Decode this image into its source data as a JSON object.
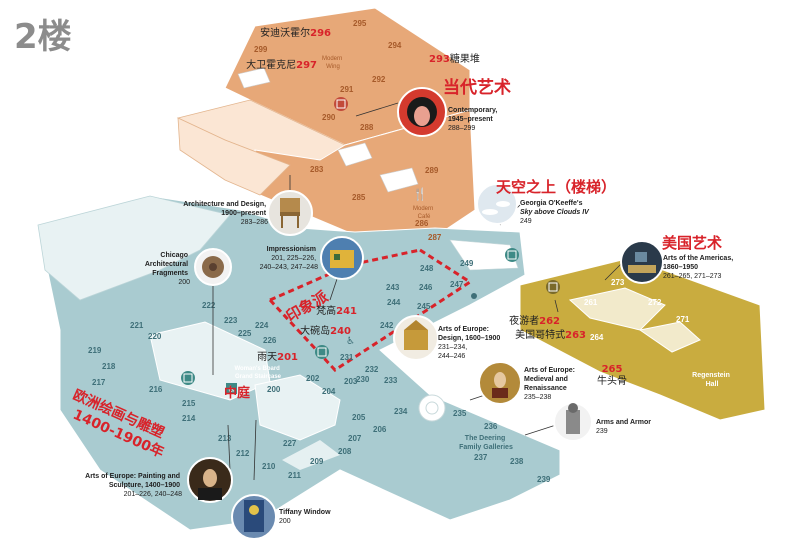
{
  "floor_title": "2楼",
  "colors": {
    "teal": "#a9cbd0",
    "orange": "#e6a877",
    "gold": "#c9ac3f",
    "red": "#d8232a"
  },
  "chinese_labels": {
    "contemporary": "当代艺术",
    "above_clouds": "天空之上（楼梯）",
    "americas": "美国艺术",
    "impressionism": "印象派",
    "courtyard": "中庭",
    "europe_painting_l1": "欧洲绘画与雕塑",
    "europe_painting_l2": "1400-1900年"
  },
  "artwork_labels": [
    {
      "name": "安迪沃霍尔",
      "room": "296"
    },
    {
      "name": "大卫霍克尼",
      "room": "297"
    },
    {
      "name": "糖果堆",
      "room": "293",
      "room_first": true
    },
    {
      "name": "梵高",
      "room": "241"
    },
    {
      "name": "大碗岛",
      "room": "240"
    },
    {
      "name": "雨天",
      "room": "201"
    },
    {
      "name": "夜游者",
      "room": "262"
    },
    {
      "name": "美国哥特式",
      "room": "263"
    },
    {
      "name": "牛头骨",
      "room": "265",
      "room_top": true
    }
  ],
  "captions": {
    "contemporary": {
      "title": "Contemporary,",
      "line2": "1945–present",
      "rooms": "288–299"
    },
    "architecture": {
      "title": "Architecture and Design,",
      "line2": "1900–present",
      "rooms": "283–286"
    },
    "okeeffe": {
      "title": "Georgia O'Keeffe's",
      "line2": "Sky above Clouds IV",
      "rooms": "249"
    },
    "chicago": {
      "title": "Chicago",
      "line2": "Architectural",
      "line3": "Fragments",
      "rooms": "200"
    },
    "impressionism": {
      "title": "Impressionism",
      "line2": "201, 225–226,",
      "line3": "240–243, 247–248"
    },
    "americas": {
      "title": "Arts of the Americas,",
      "line2": "1860–1950",
      "rooms": "261–265, 271–273"
    },
    "europe_design": {
      "title": "Arts of Europe:",
      "line2": "Design, 1600–1900",
      "rooms": "231–234,",
      "rooms2": "244–246"
    },
    "europe_medieval": {
      "title": "Arts of Europe:",
      "line2": "Medieval and",
      "line3": "Renaissance",
      "rooms": "235–238"
    },
    "arms": {
      "title": "Arms and Armor",
      "rooms": "239"
    },
    "europe_painting": {
      "title": "Arts of Europe: Painting and",
      "line2": "Sculpture, 1400–1900",
      "rooms": "201–226, 240–248"
    },
    "tiffany": {
      "title": "Tiffany Window",
      "rooms": "200"
    }
  },
  "place_labels": {
    "modern_wing": [
      "Modern",
      "Wing"
    ],
    "modern_cafe": [
      "Modern",
      "Café"
    ],
    "womans_board": [
      "Woman's Board",
      "Grand Staircase"
    ],
    "deering": [
      "The Deering",
      "Family Galleries"
    ],
    "bagenstein": [
      "Regenstein",
      "Hall"
    ]
  },
  "rooms_orange": [
    "299",
    "295",
    "294",
    "292",
    "291",
    "290",
    "289",
    "288",
    "287",
    "286",
    "285",
    "283"
  ],
  "rooms_teal": [
    "248",
    "249",
    "247",
    "246",
    "245",
    "244",
    "243",
    "242",
    "233",
    "232",
    "231",
    "230",
    "234",
    "235",
    "236",
    "237",
    "238",
    "239",
    "222",
    "223",
    "224",
    "225",
    "226",
    "221",
    "220",
    "219",
    "218",
    "217",
    "216",
    "215",
    "214",
    "213",
    "212",
    "211",
    "210",
    "209",
    "208",
    "207",
    "206",
    "205",
    "204",
    "203",
    "202",
    "200",
    "227"
  ],
  "rooms_gold": [
    "273",
    "272",
    "271",
    "264",
    "261"
  ]
}
